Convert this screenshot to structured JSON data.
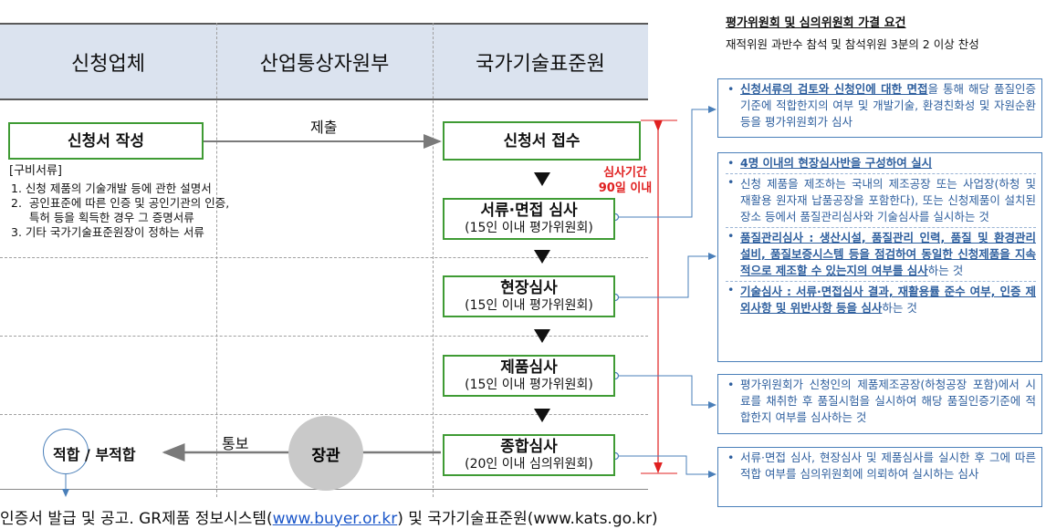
{
  "note": {
    "title": "평가위원회 및 심의위원회 가결 요건",
    "subtitle": "재적위원 과반수 참석 및 참석위원 3분의 2 이상 찬성"
  },
  "header": {
    "col1": "신청업체",
    "col2": "산업통상자원부",
    "col3": "국가기술표준원"
  },
  "flow": {
    "apply": "신청서 작성",
    "submit_label": "제출",
    "receive": "신청서 접수",
    "period_line1": "심사기간",
    "period_line2": "90일 이내",
    "doc_review_title": "서류·면접 심사",
    "doc_review_sub": "(15인 이내 평가위원회)",
    "site_title": "현장심사",
    "site_sub": "(15인 이내 평가위원회)",
    "product_title": "제품심사",
    "product_sub": "(15인 이내 평가위원회)",
    "final_title": "종합심사",
    "final_sub": "(20인 이내 심의위원회)",
    "minister": "장관",
    "notify_label": "통보",
    "result_a": "적합",
    "result_sep": " / ",
    "result_b": "부적합"
  },
  "documents": {
    "heading": "[구비서류]",
    "items": [
      "1.  신청 제품의 기술개발 등에 관한 설명서",
      "2.  공인표준에 따른 인증 및 공인기관의 인증,",
      "     특허 등을 획득한 경우 그 증명서류",
      "3.  기타 국가기술표준원장이 정하는 서류"
    ]
  },
  "details": {
    "box1_u": "신청서류의 검토와 신청인에 대한 면접",
    "box1_rest": "을 통해 해당 품질인증 기준에 적합한지의 여부 및 개발기술, 환경친화성 및 자원순환 등을 평가위원회가 심사",
    "box2_item1": "4명 이내의 현장심사반을 구성하여 실시",
    "box2_item2": "신청 제품을 제조하는 국내의 제조공장 또는 사업장(하청 및 재활용 원자재 납품공장을 포함한다), 또는 신청제품이 설치된 장소 등에서 품질관리심사와 기술심사를 실시하는 것",
    "box2_item3_u": "품질관리심사 : 생산시설, 품질관리 인력, 품질 및 환경관리 설비, 품질보증시스템 등을 점검하여 동일한 신청제품을 지속적으로 제조할 수 있는지의 여부를 심사",
    "box2_item3_rest": "하는 것",
    "box2_item4_u": "기술심사 : 서류·면접심사 결과, 재활용률 준수 여부, 인증 제외사항 및 위반사항 등을 심사",
    "box2_item4_rest": "하는 것",
    "box3": "평가위원회가 신청인의 제품제조공장(하청공장 포함)에서 시료를 채취한 후 품질시험을 실시하여 해당 품질인증기준에 적합한지 여부를 심사하는 것",
    "box4": "서류·면접 심사, 현장심사 및 제품심사를 실시한 후 그에 따른 적합 여부를 심의위원회에 의뢰하여 실시하는 심사"
  },
  "footer": {
    "pre": "인증서 발급 및 공고. GR제품 정보시스템(",
    "link": "www.buyer.or.kr",
    "post": ") 및 국가기술표준원(www.kats.go.kr)"
  },
  "colors": {
    "box_border": "#3f9b34",
    "header_bg": "#dbe3ef",
    "detail_text": "#2e5f9e",
    "period_red": "#e02020"
  }
}
